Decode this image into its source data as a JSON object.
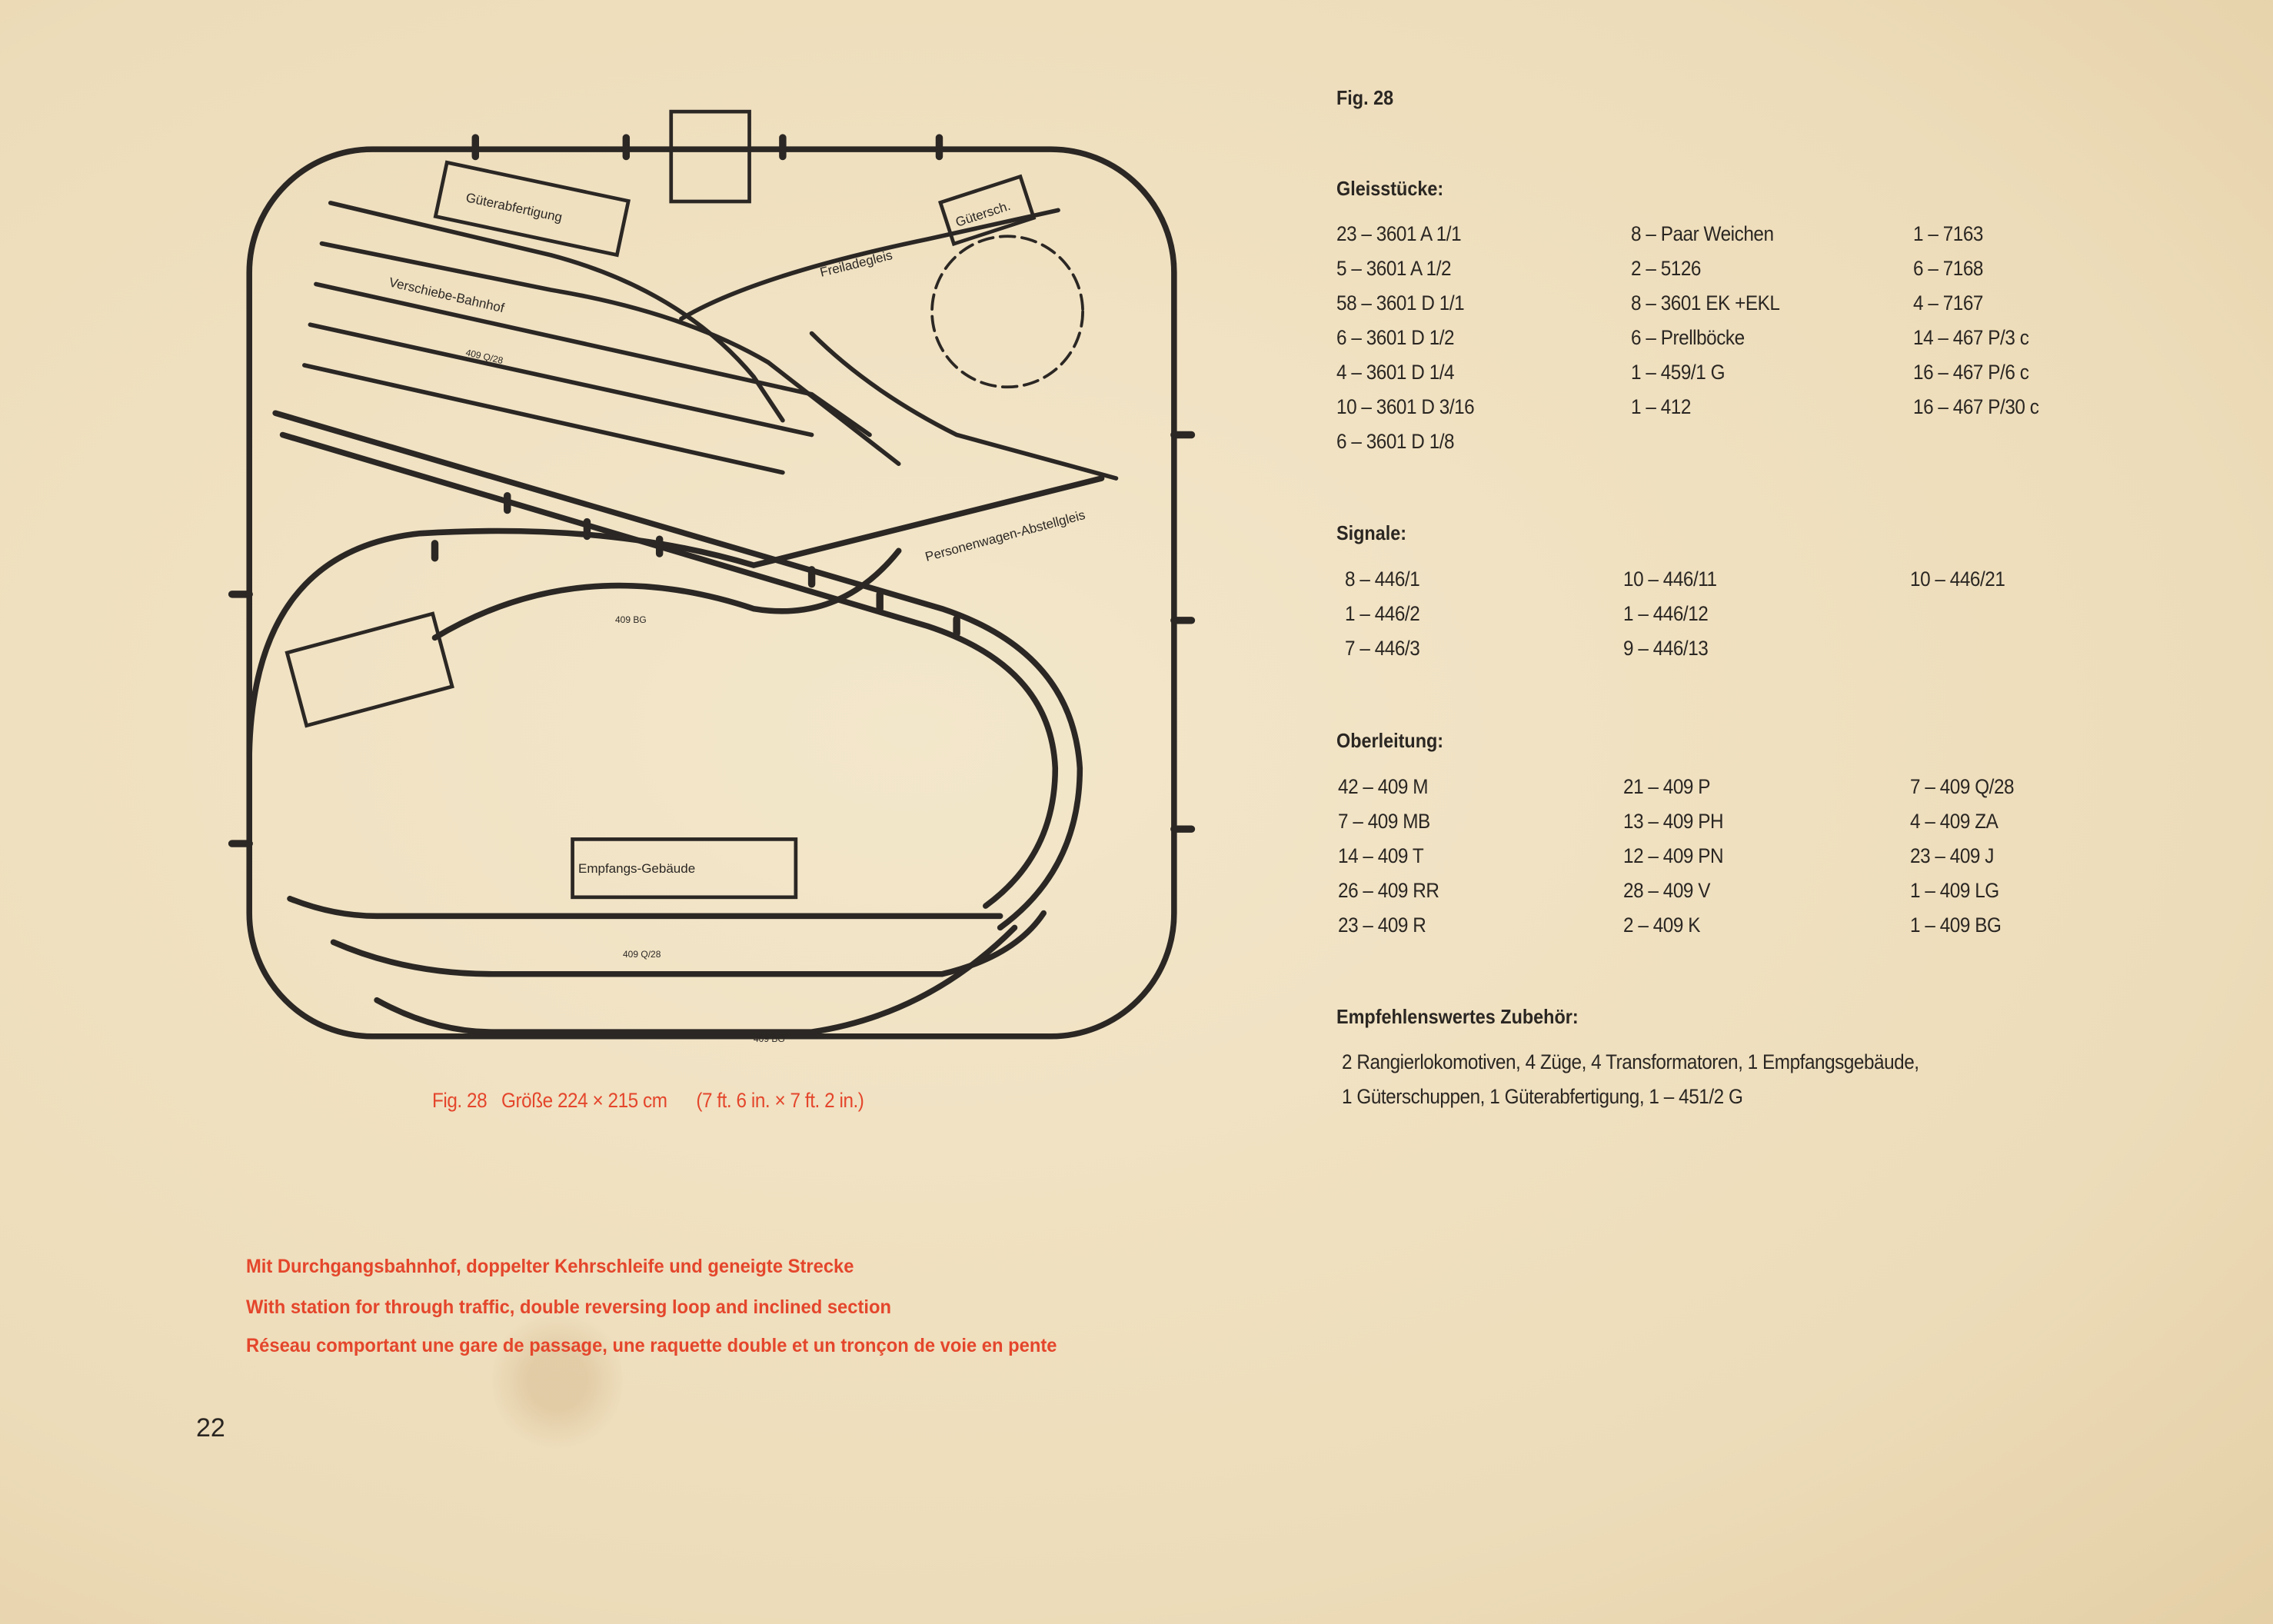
{
  "page_number": "22",
  "diagram": {
    "labels": {
      "gueterabfertigung": "Güterabfertigung",
      "guetersch": "Gütersch.",
      "freiladegleis": "Freiladegleis",
      "verschiebebahnhof": "Verschiebe-Bahnhof",
      "abstellgleis": "Personenwagen-Abstellgleis",
      "empfangsgebaeude": "Empfangs-Gebäude",
      "q28_top": "409 Q/28",
      "q28_bottom": "409 Q/28",
      "bg_mid": "409 BG",
      "bg_bottom": "409 BG"
    },
    "caption": {
      "fig": "Fig. 28",
      "size": "Größe 224 × 215 cm",
      "imperial": "(7 ft. 6 in. × 7 ft. 2 in.)"
    }
  },
  "description": [
    "Mit Durchgangsbahnhof, doppelter Kehrschleife und geneigte  Strecke",
    "With station for through traffic, double reversing loop and inclined section",
    "Réseau comportant une gare de passage, une raquette double et un tronçon de voie en pente"
  ],
  "parts": {
    "title": "Fig. 28",
    "gleisstuecke": {
      "heading": "Gleisstücke:",
      "columns": [
        [
          "23 – 3601  A  1/1",
          "5 – 3601  A  1/2",
          "58 – 3601  D  1/1",
          "6 – 3601  D  1/2",
          "4 – 3601  D  1/4",
          "10 – 3601  D  3/16",
          "6 – 3601  D  1/8"
        ],
        [
          "8 – Paar Weichen",
          "2 – 5126",
          "8 – 3601  EK  +EKL",
          "6 – Prellböcke",
          "1 – 459/1  G",
          "1 – 412"
        ],
        [
          "1 – 7163",
          "6 – 7168",
          "4 – 7167",
          "14 – 467  P/3 c",
          "16 – 467  P/6 c",
          "16 – 467  P/30 c"
        ]
      ]
    },
    "signale": {
      "heading": "Signale:",
      "columns": [
        [
          "8 – 446/1",
          "1 – 446/2",
          "7 – 446/3"
        ],
        [
          "10 – 446/11",
          "1 – 446/12",
          "9 – 446/13"
        ],
        [
          "10 – 446/21"
        ]
      ]
    },
    "oberleitung": {
      "heading": "Oberleitung:",
      "columns": [
        [
          "42 – 409  M",
          "7 – 409  MB",
          "14 – 409  T",
          "26 – 409  RR",
          "23 – 409  R"
        ],
        [
          "21 – 409  P",
          "13 – 409  PH",
          "12 – 409  PN",
          "28 – 409  V",
          "2 – 409  K"
        ],
        [
          "7 – 409  Q/28",
          "4 – 409  ZA",
          "23 – 409  J",
          "1 – 409  LG",
          "1 – 409  BG"
        ]
      ]
    },
    "zubehoer": {
      "heading": "Empfehlenswertes Zubehör:",
      "lines": [
        "2  Rangierlokomotiven,  4  Züge,  4  Transformatoren,  1  Empfangsgebäude,",
        "1  Güterschuppen,  1  Güterabfertigung,  1 – 451/2 G"
      ]
    }
  }
}
